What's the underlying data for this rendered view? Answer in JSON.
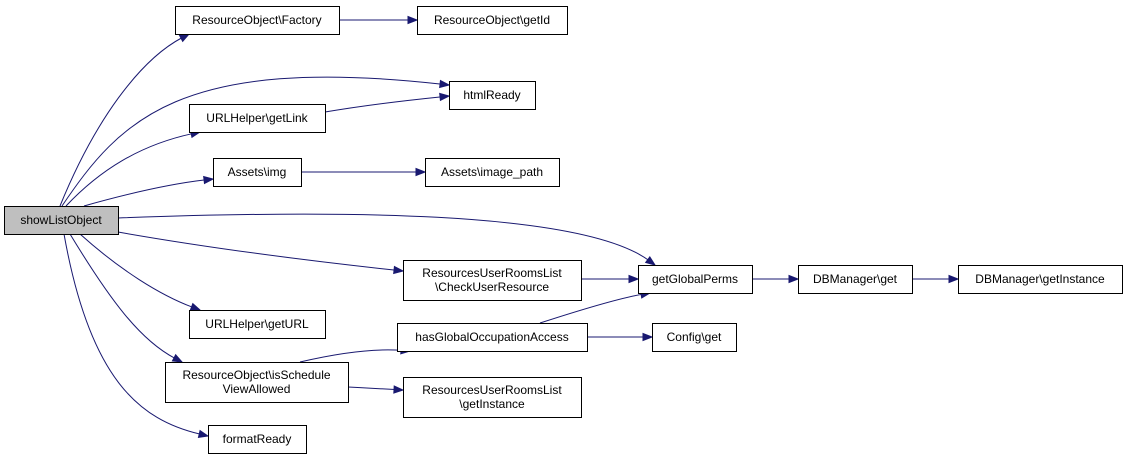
{
  "nodes": {
    "showListObject": {
      "lines": [
        "showListObject"
      ],
      "root": true
    },
    "factory": {
      "lines": [
        "ResourceObject\\Factory"
      ]
    },
    "getId": {
      "lines": [
        "ResourceObject\\getId"
      ]
    },
    "htmlReady": {
      "lines": [
        "htmlReady"
      ]
    },
    "getLink": {
      "lines": [
        "URLHelper\\getLink"
      ]
    },
    "img": {
      "lines": [
        "Assets\\img"
      ]
    },
    "imagePath": {
      "lines": [
        "Assets\\image_path"
      ]
    },
    "checkUserResource": {
      "lines": [
        "ResourcesUserRoomsList",
        "\\CheckUserResource"
      ]
    },
    "getGlobalPerms": {
      "lines": [
        "getGlobalPerms"
      ]
    },
    "dbGet": {
      "lines": [
        "DBManager\\get"
      ]
    },
    "dbGetInstance": {
      "lines": [
        "DBManager\\getInstance"
      ]
    },
    "getURL": {
      "lines": [
        "URLHelper\\getURL"
      ]
    },
    "hasGlobalOccupationAccess": {
      "lines": [
        "hasGlobalOccupationAccess"
      ]
    },
    "configGet": {
      "lines": [
        "Config\\get"
      ]
    },
    "isScheduleViewAllowed": {
      "lines": [
        "ResourceObject\\isSchedule",
        "ViewAllowed"
      ]
    },
    "rurlGetInstance": {
      "lines": [
        "ResourcesUserRoomsList",
        "\\getInstance"
      ]
    },
    "formatReady": {
      "lines": [
        "formatReady"
      ]
    }
  },
  "edges": [
    {
      "from": "showListObject",
      "to": "factory"
    },
    {
      "from": "showListObject",
      "to": "htmlReady"
    },
    {
      "from": "showListObject",
      "to": "getLink"
    },
    {
      "from": "showListObject",
      "to": "img"
    },
    {
      "from": "showListObject",
      "to": "getGlobalPerms"
    },
    {
      "from": "showListObject",
      "to": "checkUserResource"
    },
    {
      "from": "showListObject",
      "to": "getURL"
    },
    {
      "from": "showListObject",
      "to": "isScheduleViewAllowed"
    },
    {
      "from": "showListObject",
      "to": "formatReady"
    },
    {
      "from": "factory",
      "to": "getId"
    },
    {
      "from": "getLink",
      "to": "htmlReady"
    },
    {
      "from": "img",
      "to": "imagePath"
    },
    {
      "from": "checkUserResource",
      "to": "getGlobalPerms"
    },
    {
      "from": "getGlobalPerms",
      "to": "dbGet"
    },
    {
      "from": "dbGet",
      "to": "dbGetInstance"
    },
    {
      "from": "hasGlobalOccupationAccess",
      "to": "getGlobalPerms"
    },
    {
      "from": "hasGlobalOccupationAccess",
      "to": "configGet"
    },
    {
      "from": "isScheduleViewAllowed",
      "to": "hasGlobalOccupationAccess"
    },
    {
      "from": "isScheduleViewAllowed",
      "to": "rurlGetInstance"
    }
  ],
  "colors": {
    "edge": "#191970",
    "root_fill": "#bfbfbf",
    "node_fill": "#ffffff",
    "border": "#000000"
  }
}
